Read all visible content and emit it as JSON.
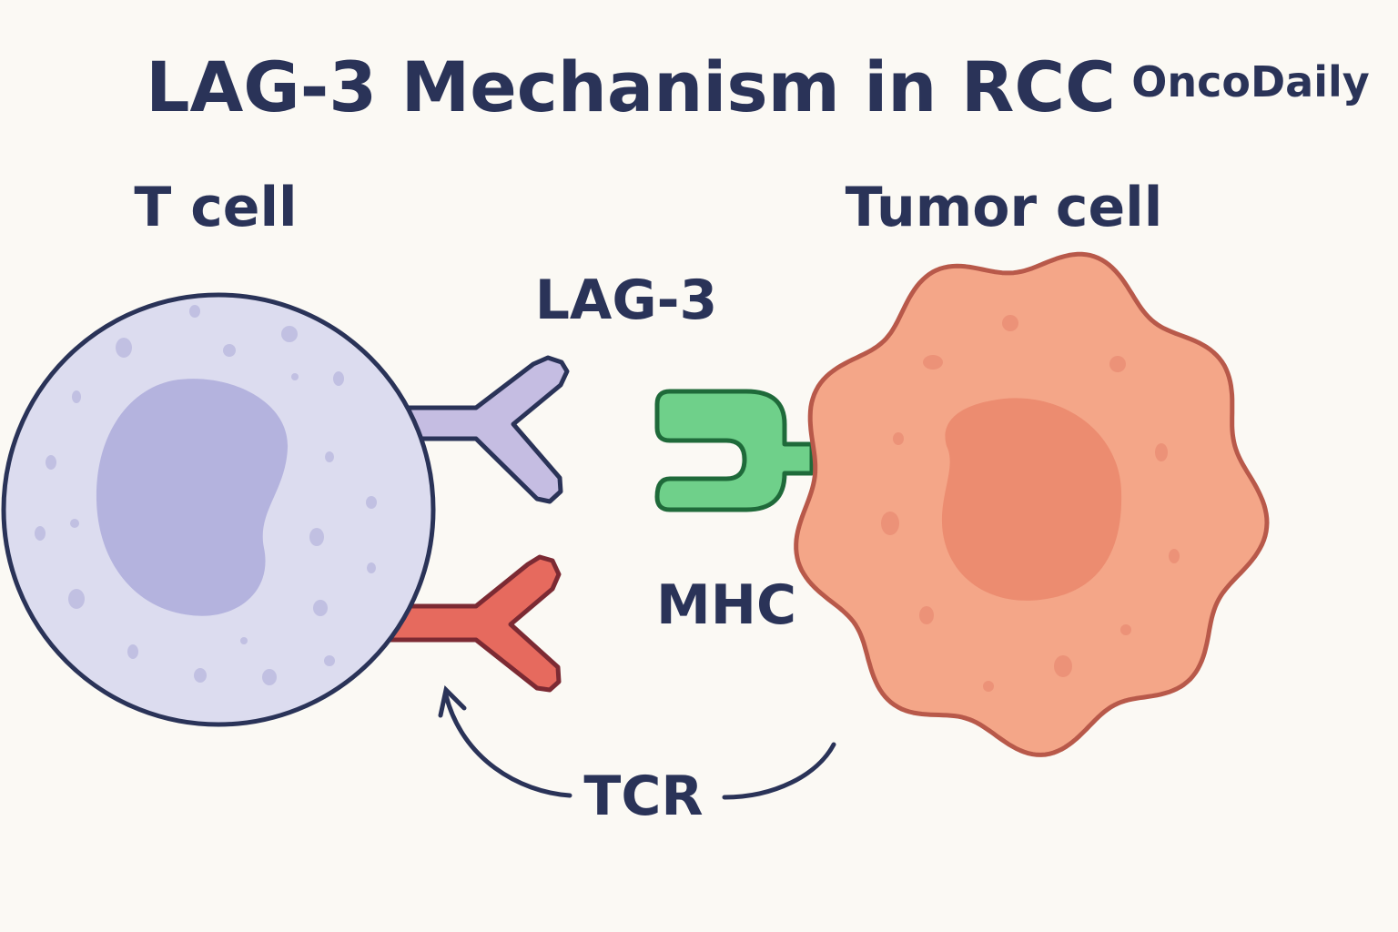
{
  "title": "LAG-3 Mechanism in RCC",
  "brand": "OncoDaily",
  "labels": {
    "t_cell": "T cell",
    "tumor_cell": "Tumor cell",
    "lag3": "LAG-3",
    "mhc": "MHC",
    "tcr": "TCR"
  },
  "colors": {
    "background": "#fbf9f4",
    "text": "#2a3358",
    "t_cell_fill": "#dcdcef",
    "t_cell_nucleus": "#b4b3de",
    "lag3_receptor": "#c5bde2",
    "tcr_receptor": "#e66a5e",
    "mhc_molecule": "#6fd08a",
    "tumor_fill": "#f4a688",
    "tumor_nucleus": "#ec8c70",
    "tumor_outline": "#b8594a"
  },
  "icons": {
    "t_cell": "lymphocyte-cell",
    "tumor_cell": "tumor-cell",
    "lag3": "y-shaped-receptor",
    "tcr": "y-shaped-receptor",
    "mhc": "cup-shaped-molecule",
    "arrow": "curved-arrow"
  }
}
